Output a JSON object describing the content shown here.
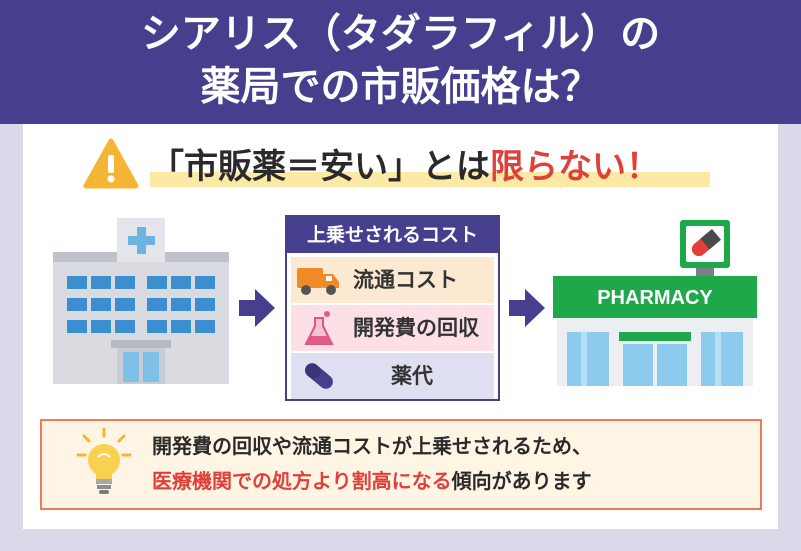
{
  "header": {
    "title_line1": "シアリス（タダラフィル）の",
    "title_line2": "薬局での市販価格は？",
    "bg_color": "#463f8e"
  },
  "headline": {
    "prefix": "「市販薬＝安い」とは",
    "emphasis": "限らない！",
    "icon": "warning-icon"
  },
  "flow": {
    "from_icon": "hospital-icon",
    "to_icon": "pharmacy-icon",
    "pharmacy_sign": "PHARMACY"
  },
  "cost_box": {
    "title": "上乗せされるコスト",
    "items": [
      {
        "label": "流通コスト",
        "icon": "truck-icon"
      },
      {
        "label": "開発費の回収",
        "icon": "flask-icon"
      },
      {
        "label": "薬代",
        "icon": "capsule-icon"
      }
    ]
  },
  "note": {
    "line1": "開発費の回収や流通コストが上乗せされるため、",
    "line2_red": "医療機関での処方より割高になる",
    "line2_rest": "傾向があります",
    "icon": "lightbulb-icon"
  },
  "colors": {
    "accent": "#463f8e",
    "red": "#e0403a",
    "green": "#1fa84a",
    "orange_border": "#ed7b5a"
  }
}
